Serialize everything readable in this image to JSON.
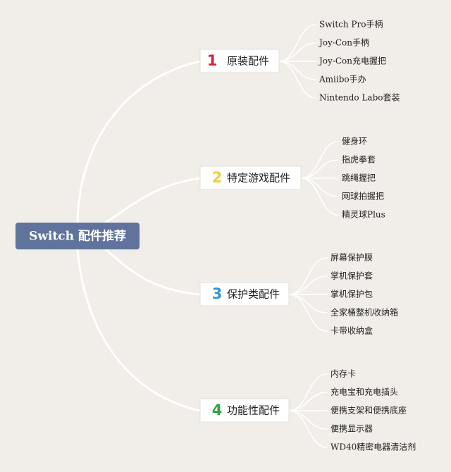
{
  "root": {
    "label": "Switch 配件推荐",
    "color": "#5f739c"
  },
  "branches": [
    {
      "number": "1",
      "number_color": "#d8203a",
      "label": "原装配件",
      "children": [
        "Switch Pro手柄",
        "Joy-Con手柄",
        "Joy-Con充电握把",
        "Amiibo手办",
        "Nintendo Labo套装"
      ]
    },
    {
      "number": "2",
      "number_color": "#f2cc3a",
      "label": "特定游戏配件",
      "children": [
        "健身环",
        "指虎拳套",
        "跳绳握把",
        "网球拍握把",
        "精灵球Plus"
      ]
    },
    {
      "number": "3",
      "number_color": "#2f95d8",
      "label": "保护类配件",
      "children": [
        "屏幕保护膜",
        "掌机保护套",
        "掌机保护包",
        "全家桶整机收纳箱",
        "卡带收纳盒"
      ]
    },
    {
      "number": "4",
      "number_color": "#27a63d",
      "label": "功能性配件",
      "children": [
        "内存卡",
        "充电宝和充电插头",
        "便携支架和便携底座",
        "便携显示器",
        "WD40精密电器清洁剂"
      ]
    }
  ]
}
